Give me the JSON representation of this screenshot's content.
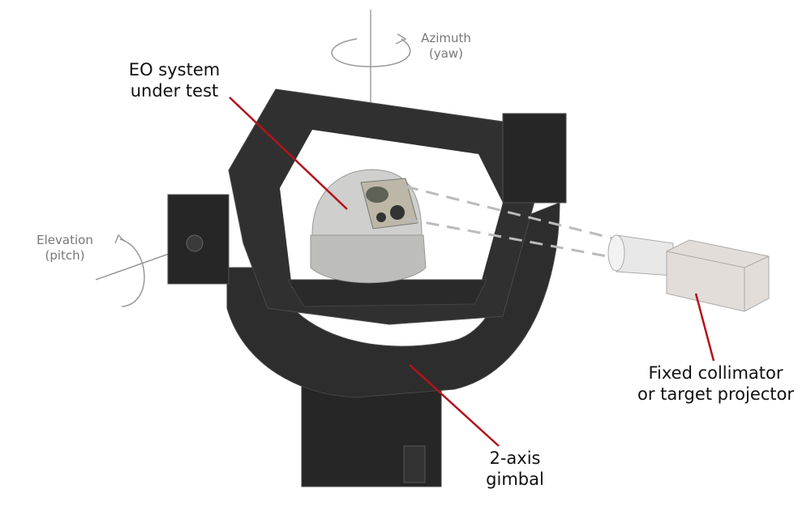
{
  "labels": {
    "eo_system": [
      "EO system",
      "under test"
    ],
    "azimuth": [
      "Azimuth",
      "(yaw)"
    ],
    "elevation": [
      "Elevation",
      "(pitch)"
    ],
    "collimator": [
      "Fixed collimator",
      "or target projector"
    ],
    "gimbal": [
      "2-axis",
      "gimbal"
    ]
  },
  "colors": {
    "leader": "#b3131b",
    "gimbal_body": "#2b2b2b",
    "gimbal_edge": "#454545",
    "dome": "#c9c9c7",
    "collimator": "#e2ddd8",
    "axis_arrows": "#8a8a8a"
  }
}
